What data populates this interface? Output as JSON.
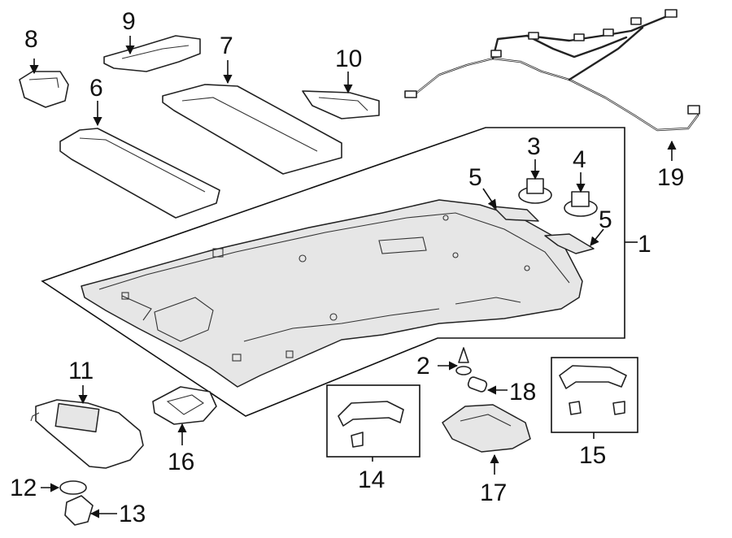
{
  "diagram": {
    "callouts": {
      "c1": "1",
      "c2": "2",
      "c3": "3",
      "c4": "4",
      "c5a": "5",
      "c5b": "5",
      "c6": "6",
      "c7": "7",
      "c8": "8",
      "c9": "9",
      "c10": "10",
      "c11": "11",
      "c12": "12",
      "c13": "13",
      "c14": "14",
      "c15": "15",
      "c16": "16",
      "c17": "17",
      "c18": "18",
      "c19": "19"
    },
    "colors": {
      "line": "#222222",
      "background": "#ffffff",
      "shade": "#e6e6e6"
    }
  }
}
